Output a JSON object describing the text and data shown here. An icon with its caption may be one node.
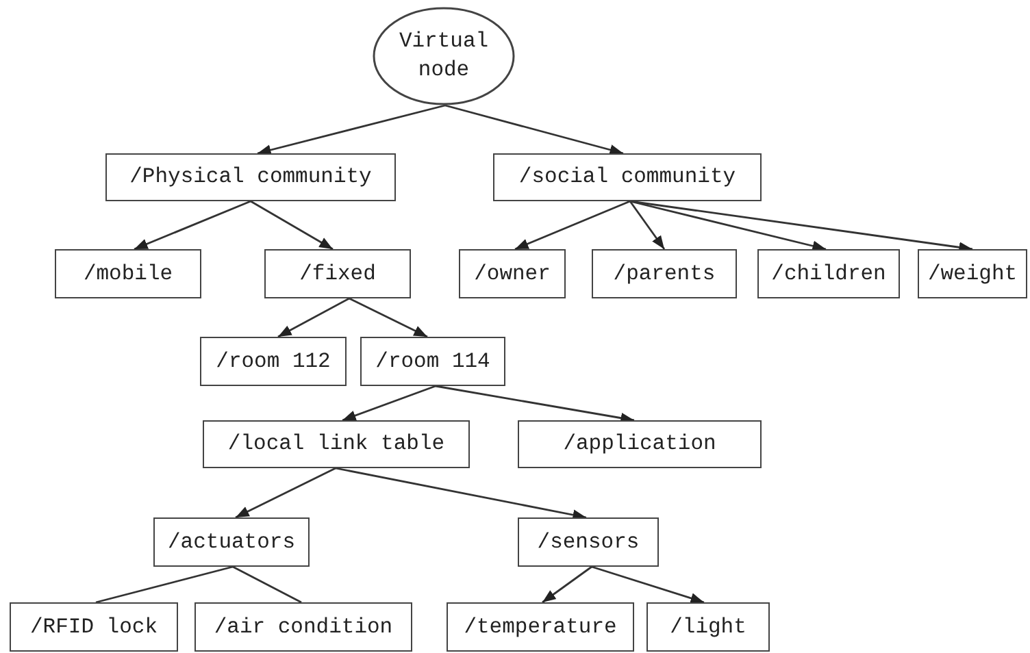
{
  "diagram": {
    "nodes": [
      {
        "text": [
          "Virtual node"
        ]
      },
      {
        "text": [
          "/Physical community"
        ]
      },
      {
        "text": [
          "/social community"
        ]
      },
      {
        "text": [
          "/mobile"
        ]
      },
      {
        "text": [
          "/fixed"
        ]
      },
      {
        "text": [
          "/owner"
        ]
      },
      {
        "text": [
          "/parents"
        ]
      },
      {
        "text": [
          "/children"
        ]
      },
      {
        "text": [
          "/weight"
        ]
      },
      {
        "text": [
          "/room 112"
        ]
      },
      {
        "text": [
          "/room 114"
        ]
      },
      {
        "text": [
          "/local link table"
        ]
      },
      {
        "text": [
          "/application"
        ]
      },
      {
        "text": [
          "/actuators"
        ]
      },
      {
        "text": [
          "/sensors"
        ]
      },
      {
        "text": [
          "/RFID lock"
        ]
      },
      {
        "text": [
          "/air condition"
        ]
      },
      {
        "text": [
          "/temperature"
        ]
      },
      {
        "text": [
          "/light"
        ]
      }
    ],
    "edges": [
      {
        "from": 0,
        "to": 1,
        "arrow": "to"
      },
      {
        "from": 0,
        "to": 2,
        "arrow": "to"
      },
      {
        "from": 1,
        "to": 3,
        "arrow": "to"
      },
      {
        "from": 1,
        "to": 4,
        "arrow": "to"
      },
      {
        "from": 2,
        "to": 5,
        "arrow": "to"
      },
      {
        "from": 2,
        "to": 6,
        "arrow": "to"
      },
      {
        "from": 2,
        "to": 7,
        "arrow": "to"
      },
      {
        "from": 2,
        "to": 8,
        "arrow": "to"
      },
      {
        "from": 4,
        "to": 9,
        "arrow": "to"
      },
      {
        "from": 4,
        "to": 10,
        "arrow": "to"
      },
      {
        "from": 10,
        "to": 11,
        "arrow": "to"
      },
      {
        "from": 10,
        "to": 12,
        "arrow": "to"
      },
      {
        "from": 11,
        "to": 13,
        "arrow": "to"
      },
      {
        "from": 11,
        "to": 14,
        "arrow": "to"
      },
      {
        "from": 13,
        "to": 15,
        "arrow": "none"
      },
      {
        "from": 13,
        "to": 16,
        "arrow": "none"
      },
      {
        "from": 14,
        "to": 17,
        "arrow": "to"
      },
      {
        "from": 14,
        "to": 18,
        "arrow": "to"
      }
    ]
  }
}
